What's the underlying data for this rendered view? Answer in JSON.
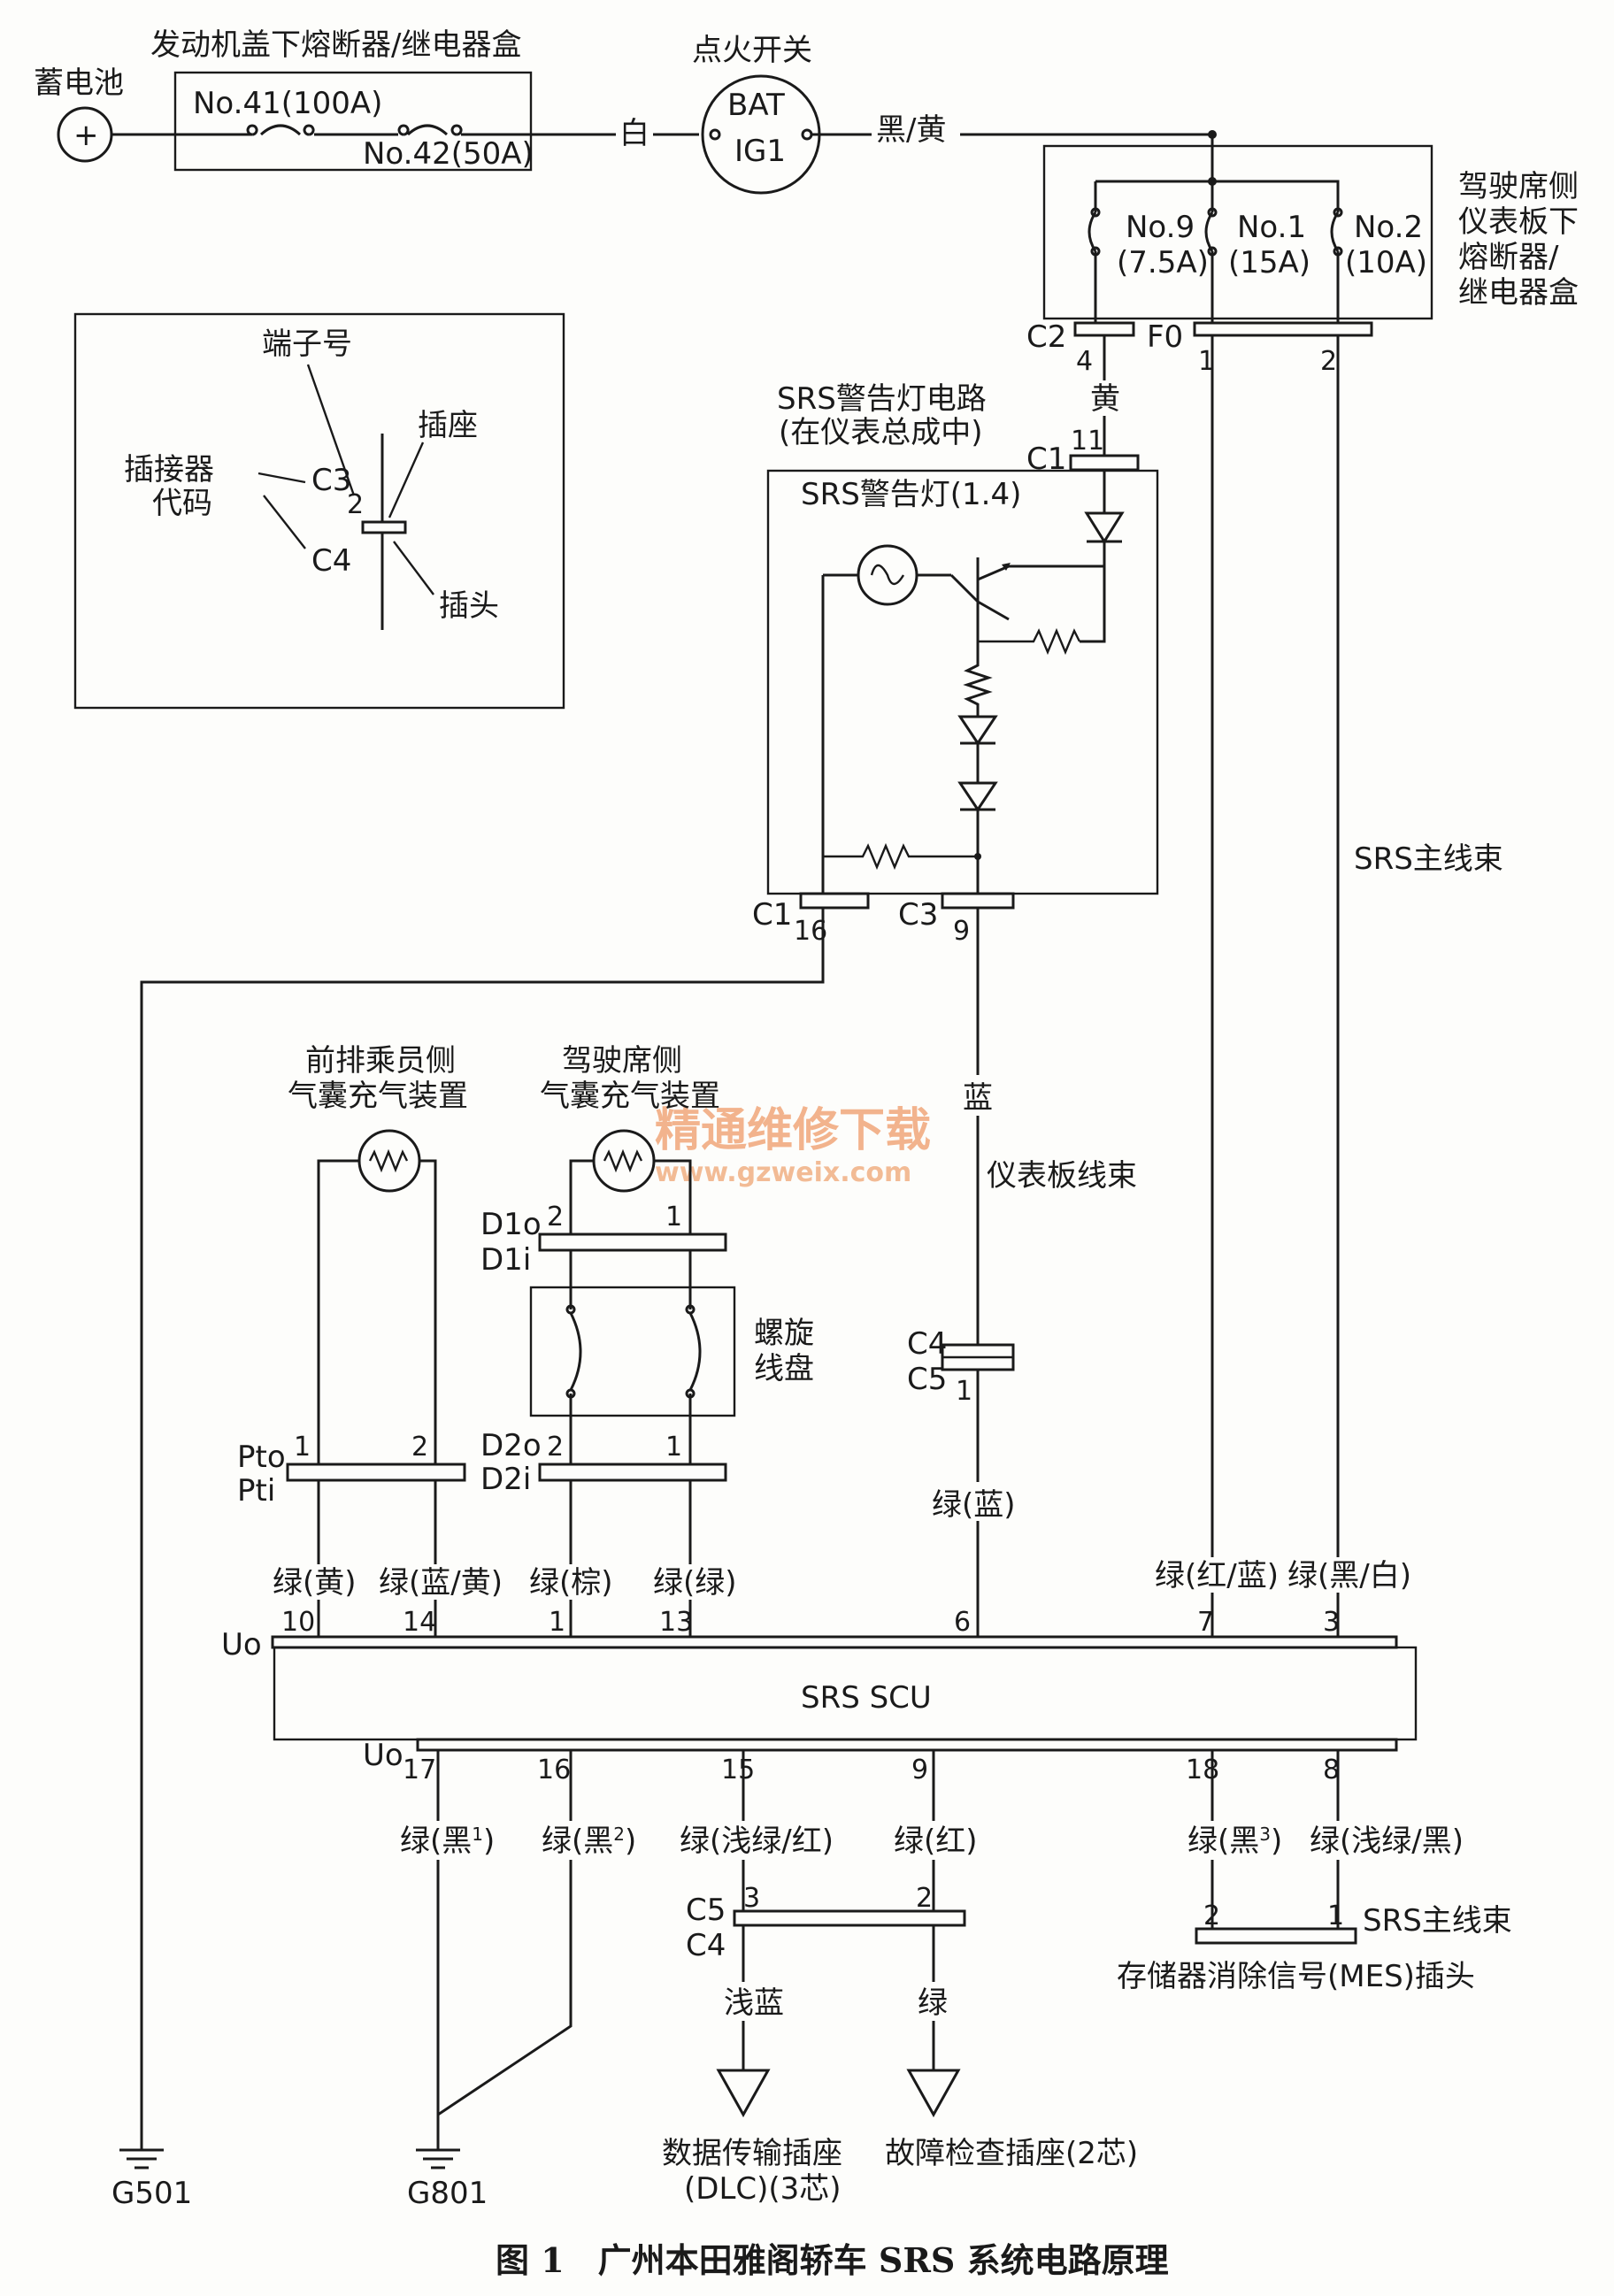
{
  "battery": {
    "label": "蓄电池",
    "symbol": "+"
  },
  "engine_fuse_box": {
    "title": "发动机盖下熔断器/继电器盒",
    "fuse1": "No.41(100A)",
    "fuse2": "No.42(50A)"
  },
  "wire_white": "白",
  "ignition": {
    "title": "点火开关",
    "bat": "BAT",
    "ig1": "IG1"
  },
  "wire_black_yellow": "黑/黄",
  "driver_fuse_box": {
    "title_lines": [
      "驾驶席侧",
      "仪表板下",
      "熔断器/",
      "继电器盒"
    ],
    "fuses": [
      {
        "name": "No.9",
        "rating": "(7.5A)"
      },
      {
        "name": "No.1",
        "rating": "(15A)"
      },
      {
        "name": "No.2",
        "rating": "(10A)"
      }
    ],
    "c2": "C2",
    "f0": "F0",
    "pin4": "4",
    "pin1": "1",
    "pin2": "2"
  },
  "legend": {
    "terminal": "端子号",
    "socket": "插座",
    "connector_code_l1": "插接器",
    "connector_code_l2": "代码",
    "c3": "C3",
    "c4": "C4",
    "pin": "2",
    "plug": "插头"
  },
  "warning_circuit": {
    "title": "SRS警告灯电路",
    "subtitle": "(在仪表总成中)",
    "lamp": "SRS警告灯(1.4)",
    "c1_top": "C1",
    "pin11": "11",
    "c1_bot": "C1",
    "pin16": "16",
    "c3": "C3",
    "pin9": "9"
  },
  "wire_yellow": "黄",
  "wire_blue": "蓝",
  "harness_panel": "仪表板线束",
  "harness_main": "SRS主线束",
  "passenger_inflator": {
    "l1": "前排乘员侧",
    "l2": "气囊充气装置",
    "pto": "Pto",
    "pti": "Pti",
    "p1": "1",
    "p2": "2"
  },
  "driver_inflator": {
    "l1": "驾驶席侧",
    "l2": "气囊充气装置",
    "d1o": "D1o",
    "d1i": "D1i",
    "p2": "2",
    "p1": "1"
  },
  "spiral": {
    "l1": "螺旋",
    "l2": "线盘",
    "d2o": "D2o",
    "d2i": "D2i",
    "p2": "2",
    "p1": "1"
  },
  "c4c5_mid": {
    "c4": "C4",
    "c5": "C5",
    "pin": "1"
  },
  "wire_green_blue": "绿(蓝)",
  "top_wires": [
    {
      "label": "绿(黄)",
      "pin": "10"
    },
    {
      "label": "绿(蓝/黄)",
      "pin": "14"
    },
    {
      "label": "绿(棕)",
      "pin": "1"
    },
    {
      "label": "绿(绿)",
      "pin": "13"
    },
    {
      "pin": "6"
    },
    {
      "label": "绿(红/蓝)",
      "pin": "7"
    },
    {
      "label": "绿(黑/白)",
      "pin": "3"
    }
  ],
  "scu": {
    "label": "SRS SCU",
    "uo_top": "Uo",
    "uo_bot": "Uo"
  },
  "bottom_wires": [
    {
      "pin": "17",
      "label": "绿(黑",
      "sup": "1",
      "close": ")"
    },
    {
      "pin": "16",
      "label": "绿(黑",
      "sup": "2",
      "close": ")"
    },
    {
      "pin": "15",
      "label": "绿(浅绿/红)"
    },
    {
      "pin": "9",
      "label": "绿(红)"
    },
    {
      "pin": "18",
      "label": "绿(黑",
      "sup": "3",
      "close": ")"
    },
    {
      "pin": "8",
      "label": "绿(浅绿/黑)"
    }
  ],
  "c5c4_bot": {
    "c5": "C5",
    "c4": "C4",
    "p3": "3",
    "p2": "2"
  },
  "wire_light_blue": "浅蓝",
  "wire_green": "绿",
  "dlc": {
    "l1": "数据传输插座",
    "l2": "(DLC)(3芯)"
  },
  "diag": "故障检查插座(2芯)",
  "mes": {
    "label": "存储器消除信号(MES)插头",
    "p2": "2",
    "p1": "1",
    "harness": "SRS主线束"
  },
  "grounds": {
    "g501": "G501",
    "g801": "G801"
  },
  "watermark": {
    "cn": "精通维修下载",
    "url": "www.gzweix.com"
  },
  "caption": "图 1　广州本田雅阁轿车 SRS 系统电路原理"
}
